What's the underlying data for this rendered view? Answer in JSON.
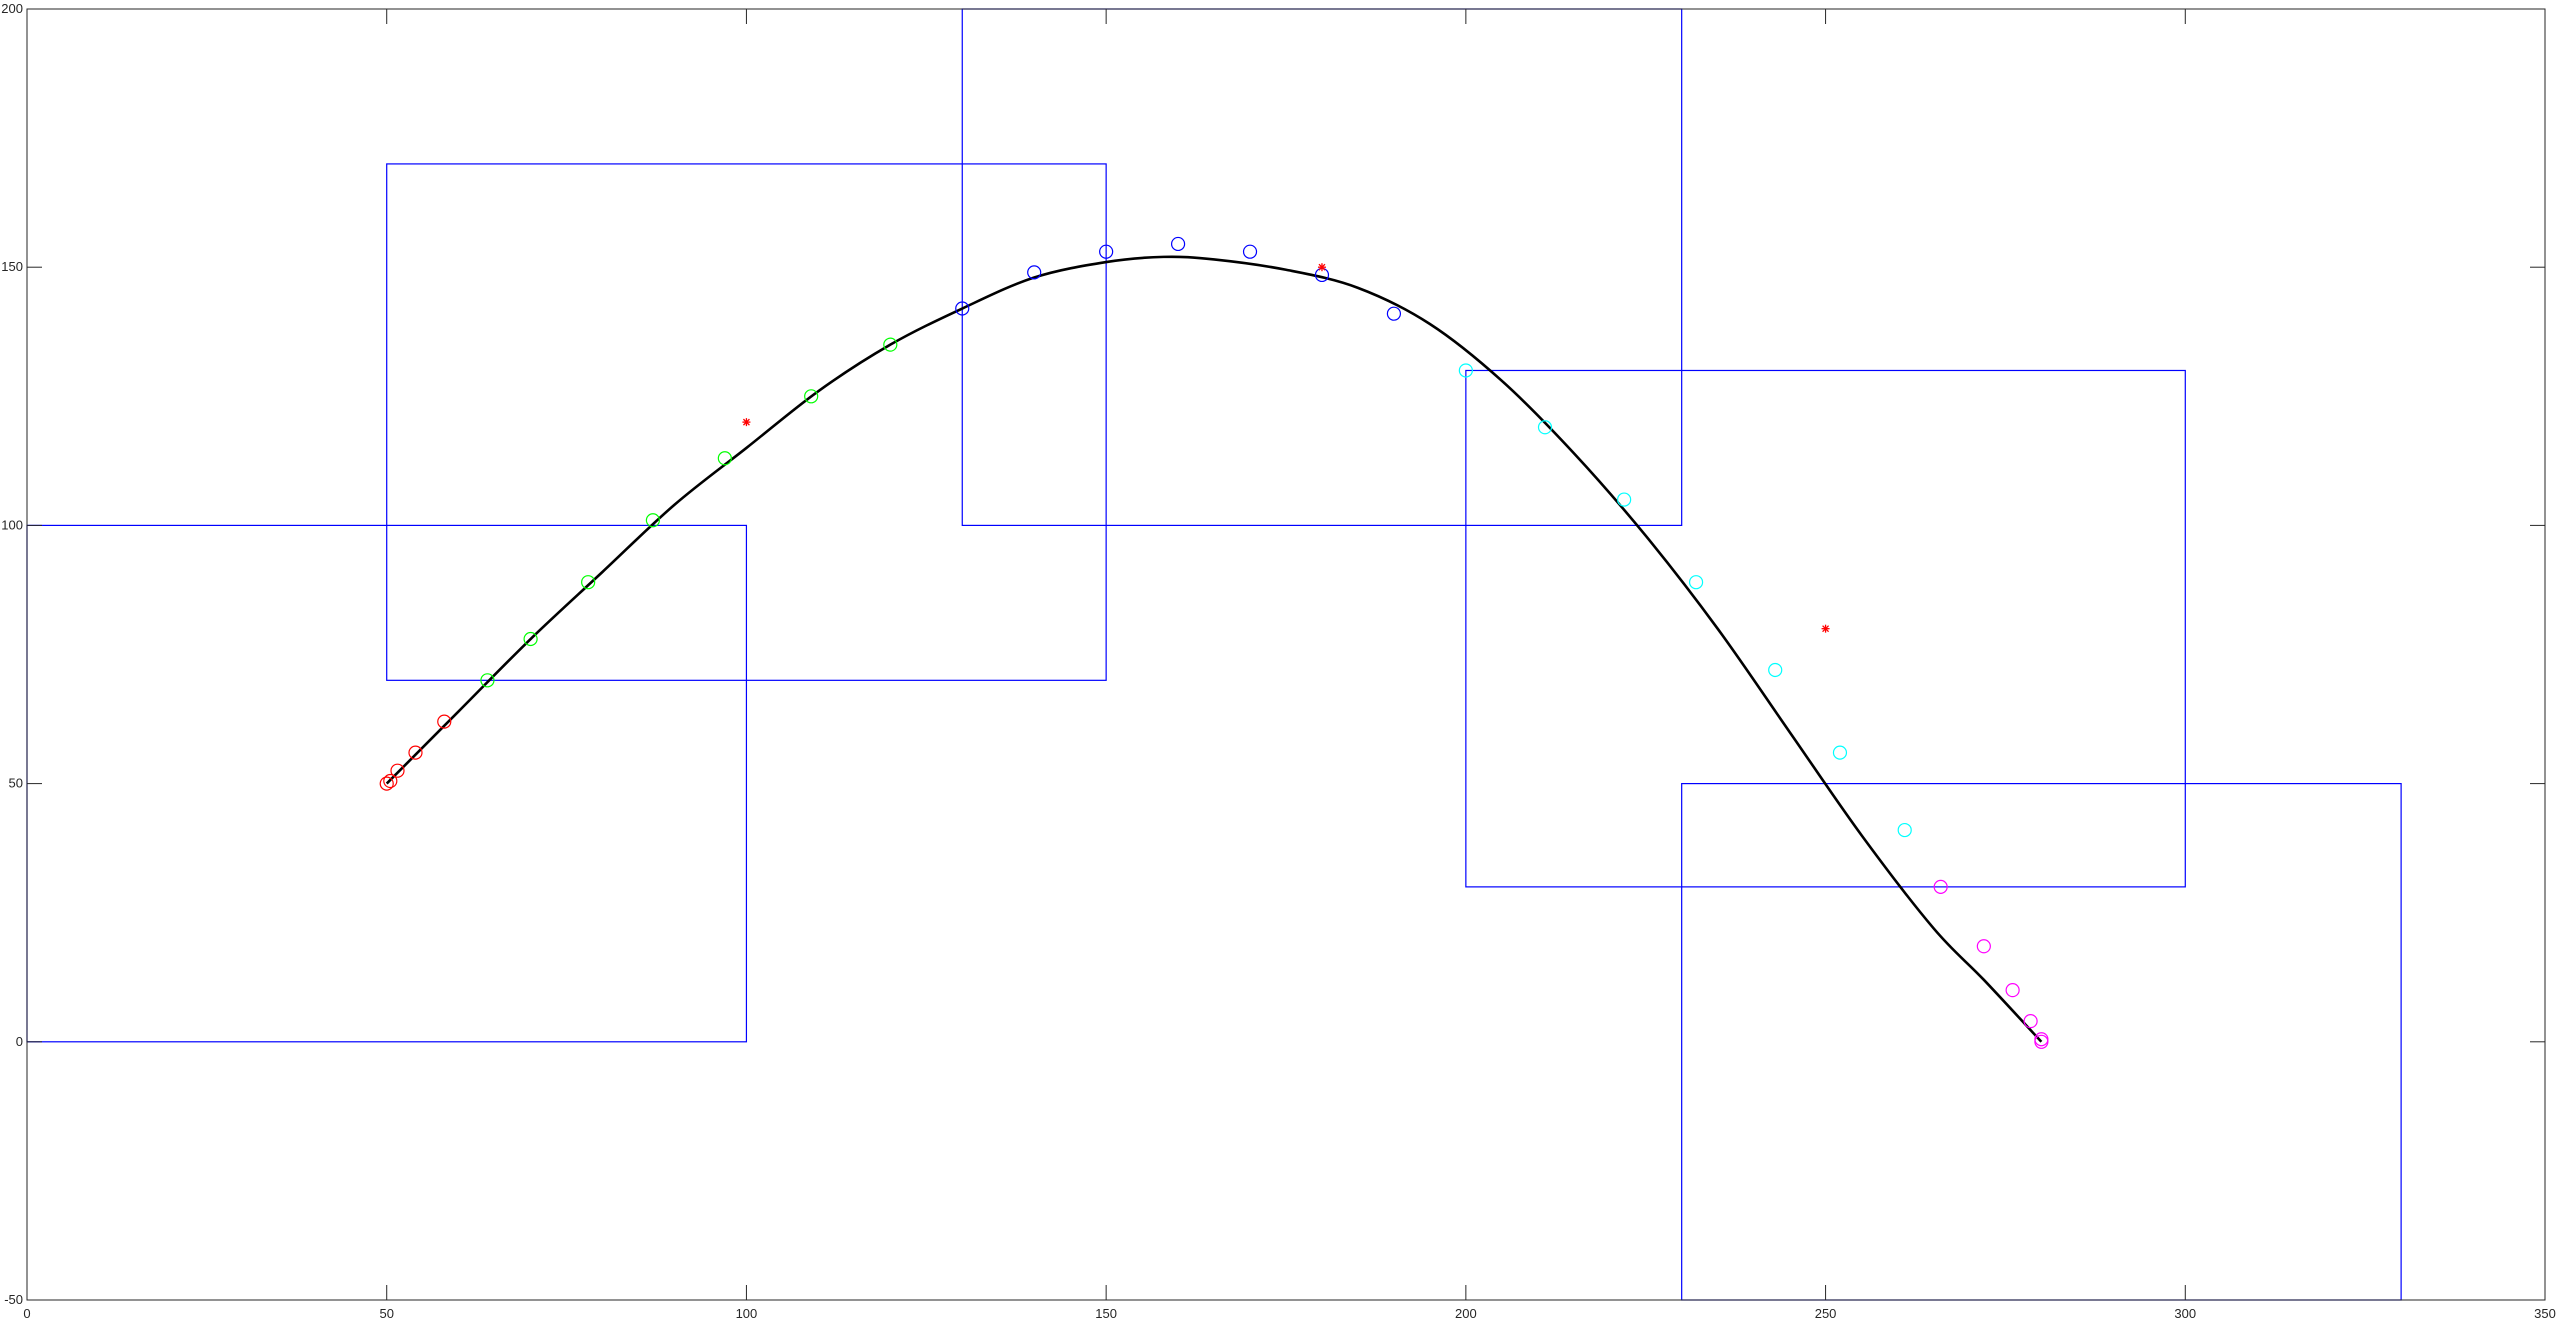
{
  "chart_data": {
    "type": "scatter",
    "title": "",
    "xlabel": "",
    "ylabel": "",
    "xlim": [
      0,
      350
    ],
    "ylim": [
      -50,
      200
    ],
    "xticks": [
      0,
      50,
      100,
      150,
      200,
      250,
      300,
      350
    ],
    "yticks": [
      -50,
      0,
      50,
      100,
      150,
      200
    ],
    "grid": false,
    "legend": "none",
    "colors": {
      "axes": "#262626",
      "rectangles": "#0000ff",
      "curve": "#000000",
      "control_points": "#ff0000",
      "segment_1": "#ff0000",
      "segment_2": "#00ff00",
      "segment_3": "#0000ff",
      "segment_4": "#00ffff",
      "segment_5": "#ff00ff"
    },
    "rectangles": [
      {
        "x0": 0,
        "y0": 0,
        "x1": 100,
        "y1": 100
      },
      {
        "x0": 50,
        "y0": 70,
        "x1": 150,
        "y1": 170
      },
      {
        "x0": 130,
        "y0": 100,
        "x1": 230,
        "y1": 200
      },
      {
        "x0": 200,
        "y0": 30,
        "x1": 300,
        "y1": 130
      },
      {
        "x0": 230,
        "y0": -50,
        "x1": 330,
        "y1": 50
      }
    ],
    "control_points": [
      {
        "x": 100,
        "y": 120
      },
      {
        "x": 180,
        "y": 150
      },
      {
        "x": 250,
        "y": 80
      }
    ],
    "curve": [
      [
        50,
        50
      ],
      [
        60,
        64
      ],
      [
        70,
        78
      ],
      [
        80,
        91
      ],
      [
        90,
        104
      ],
      [
        100,
        115
      ],
      [
        110,
        126
      ],
      [
        120,
        135
      ],
      [
        130,
        142
      ],
      [
        140,
        148
      ],
      [
        150,
        151
      ],
      [
        158,
        152
      ],
      [
        165,
        151.5
      ],
      [
        175,
        149.5
      ],
      [
        185,
        146
      ],
      [
        195,
        139
      ],
      [
        205,
        128
      ],
      [
        215,
        114
      ],
      [
        225,
        98
      ],
      [
        235,
        80
      ],
      [
        245,
        60
      ],
      [
        255,
        40
      ],
      [
        265,
        22
      ],
      [
        272,
        12
      ],
      [
        280,
        0
      ]
    ],
    "series": [
      {
        "color": "#ff0000",
        "points": [
          [
            50,
            50
          ],
          [
            50.5,
            50.5
          ],
          [
            51.5,
            52.5
          ],
          [
            54,
            56
          ],
          [
            58,
            62
          ]
        ]
      },
      {
        "color": "#00ff00",
        "points": [
          [
            64,
            70
          ],
          [
            70,
            78
          ],
          [
            78,
            89
          ],
          [
            87,
            101
          ],
          [
            97,
            113
          ],
          [
            109,
            125
          ],
          [
            120,
            135
          ]
        ]
      },
      {
        "color": "#0000ff",
        "points": [
          [
            130,
            142
          ],
          [
            140,
            149
          ],
          [
            150,
            153
          ],
          [
            160,
            154.5
          ],
          [
            170,
            153
          ],
          [
            180,
            148.5
          ],
          [
            190,
            141
          ]
        ]
      },
      {
        "color": "#00ffff",
        "points": [
          [
            200,
            130
          ],
          [
            211,
            119
          ],
          [
            222,
            105
          ],
          [
            232,
            89
          ],
          [
            243,
            72
          ],
          [
            252,
            56
          ],
          [
            261,
            41
          ]
        ]
      },
      {
        "color": "#ff00ff",
        "points": [
          [
            266,
            30
          ],
          [
            272,
            18.5
          ],
          [
            276,
            10
          ],
          [
            278.5,
            4
          ],
          [
            280,
            0.5
          ],
          [
            280,
            0
          ]
        ]
      }
    ]
  }
}
